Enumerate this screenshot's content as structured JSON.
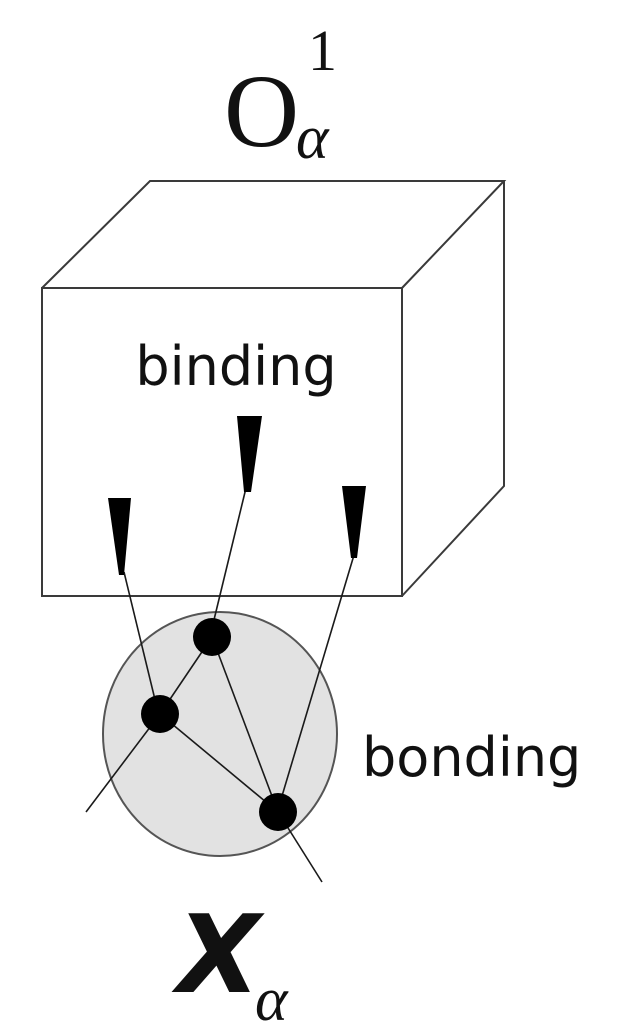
{
  "top_label": {
    "base": "O",
    "subscript": "α",
    "superscript": "1"
  },
  "box_label": "binding",
  "circle_label": "bonding",
  "bottom_label": {
    "base": "X",
    "subscript": "α"
  },
  "colors": {
    "line": "#1a1a1a",
    "box_stroke": "#3a3a3a",
    "circle_fill": "#e2e2e2",
    "circle_stroke": "#555555",
    "dot": "#000000",
    "text": "#111111"
  }
}
